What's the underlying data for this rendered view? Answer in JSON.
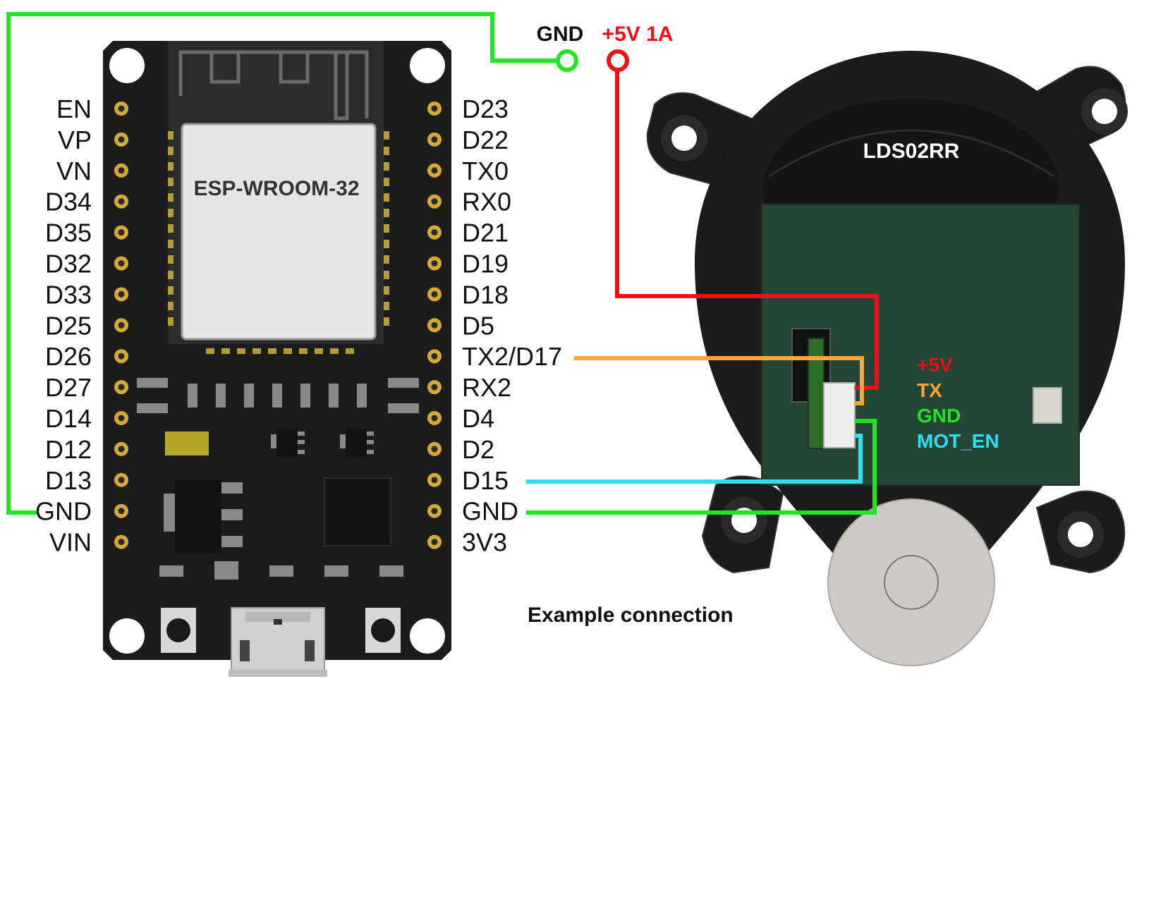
{
  "esp32": {
    "module_label": "ESP-WROOM-32",
    "left_pins": [
      "EN",
      "VP",
      "VN",
      "D34",
      "D35",
      "D32",
      "D33",
      "D25",
      "D26",
      "D27",
      "D14",
      "D12",
      "D13",
      "GND",
      "VIN"
    ],
    "right_pins": [
      "D23",
      "D22",
      "TX0",
      "RX0",
      "D21",
      "D19",
      "D18",
      "D5",
      "TX2/D17",
      "RX2",
      "D4",
      "D2",
      "D15",
      "GND",
      "3V3"
    ]
  },
  "power": {
    "gnd_label": "GND",
    "vcc_label": "+5V 1A"
  },
  "lidar": {
    "model_label": "LDS02RR",
    "connector_labels": {
      "vcc": "+5V",
      "tx": "TX",
      "gnd": "GND",
      "mot_en": "MOT_EN"
    }
  },
  "caption": "Example connection",
  "colors": {
    "gnd_wire": "#22e422",
    "vcc_wire": "#ee1111",
    "tx_wire": "#ffa53d",
    "mot_en_wire": "#33ddf0",
    "board": "#1b1b1b",
    "pcb": "#254535"
  }
}
